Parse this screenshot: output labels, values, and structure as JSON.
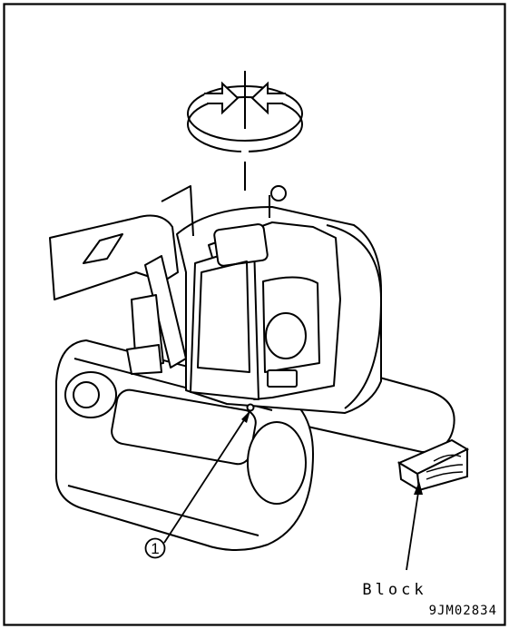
{
  "figure": {
    "callout_number": "1",
    "block_label": "Block",
    "figure_code": "9JM02834"
  },
  "icons": [
    "rotation-arrows-icon",
    "excavator-illustration",
    "wooden-block"
  ]
}
